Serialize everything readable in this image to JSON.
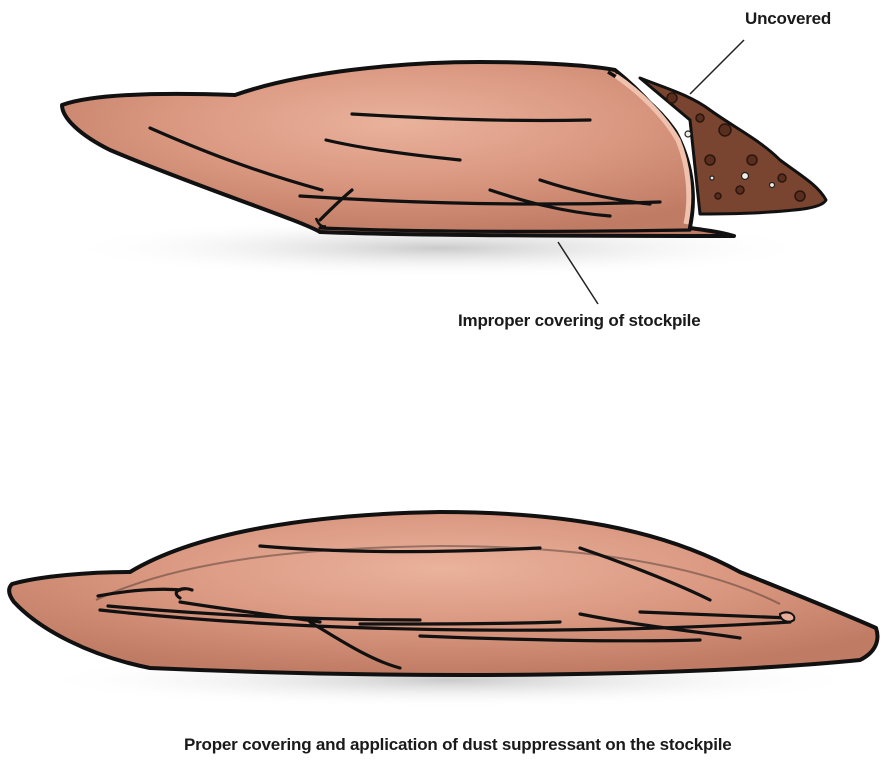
{
  "labels": {
    "uncovered": "Uncovered",
    "improper": "Improper covering of stockpile",
    "proper": "Proper covering and application of dust suppressant on the stockpile"
  },
  "colors": {
    "tarp": "#d9967f",
    "tarp_highlight": "#e8ae98",
    "tarp_shadow": "#b8735e",
    "soil": "#7a4530",
    "soil_dark": "#5a2e1e",
    "outline": "#111111",
    "ground_shadow": "#cfcfcf"
  }
}
